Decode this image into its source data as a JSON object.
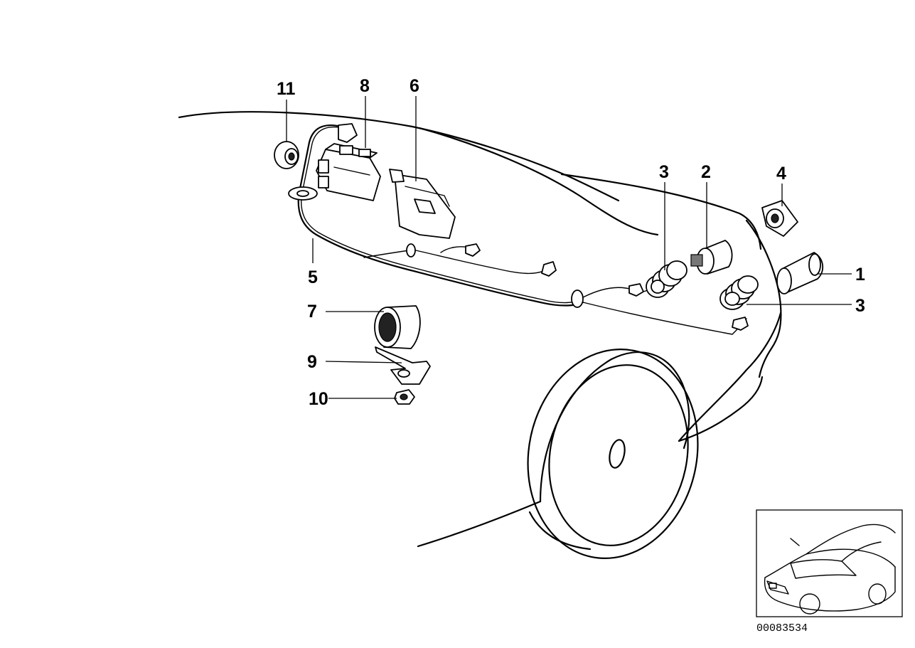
{
  "diagram": {
    "part_number": "00083534",
    "callouts": [
      {
        "id": "c11",
        "label": "11"
      },
      {
        "id": "c8",
        "label": "8"
      },
      {
        "id": "c6",
        "label": "6"
      },
      {
        "id": "c3a",
        "label": "3"
      },
      {
        "id": "c2",
        "label": "2"
      },
      {
        "id": "c4",
        "label": "4"
      },
      {
        "id": "c1",
        "label": "1"
      },
      {
        "id": "c3b",
        "label": "3"
      },
      {
        "id": "c5",
        "label": "5"
      },
      {
        "id": "c7",
        "label": "7"
      },
      {
        "id": "c9",
        "label": "9"
      },
      {
        "id": "c10",
        "label": "10"
      }
    ]
  }
}
